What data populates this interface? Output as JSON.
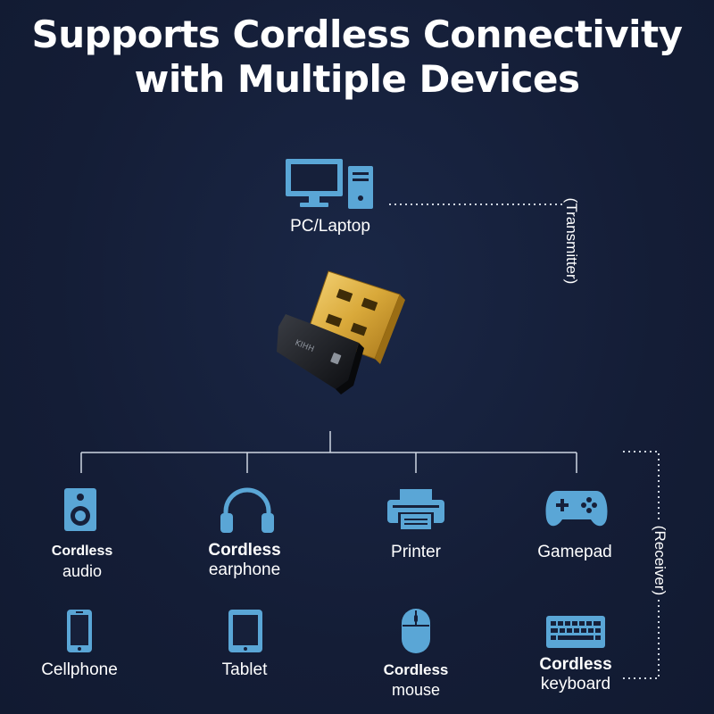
{
  "title": {
    "line1": "Supports Cordless Connectivity",
    "line2": "with Multiple Devices"
  },
  "transmitter": {
    "device_label": "PC/Laptop",
    "role_label": "(Transmitter)"
  },
  "receiver_label": "(Receiver)",
  "adapter": {
    "icon": "usb-bluetooth-adapter"
  },
  "devices": [
    {
      "line1": "Cordless",
      "line2": "audio",
      "icon": "speaker-icon"
    },
    {
      "line1": "Cordless",
      "line2": "earphone",
      "icon": "headphones-icon"
    },
    {
      "line1": "Printer",
      "icon": "printer-icon"
    },
    {
      "line1": "Gamepad",
      "icon": "gamepad-icon"
    },
    {
      "line1": "Cellphone",
      "icon": "cellphone-icon"
    },
    {
      "line1": "Tablet",
      "icon": "tablet-icon"
    },
    {
      "line1": "Cordless",
      "line2": "mouse",
      "icon": "mouse-icon"
    },
    {
      "line1": "Cordless",
      "line2": "keyboard",
      "icon": "keyboard-icon"
    }
  ],
  "colors": {
    "background": "#16203a",
    "icon": "#5aa6d6",
    "line": "#cfd6e2",
    "text": "#ffffff"
  }
}
